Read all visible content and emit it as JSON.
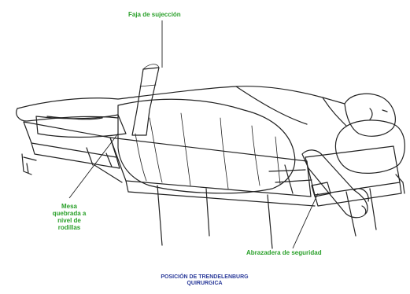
{
  "labels": {
    "strap": "Faja de sujección",
    "table_lines": [
      "Mesa",
      "quebrada a",
      "nivel de",
      "rodillas"
    ],
    "clamp": "Abrazadera de seguridad"
  },
  "caption": {
    "line1": "POSICIÓN DE TRENDELENBURG",
    "line2": "QUIRURGICA"
  },
  "colors": {
    "label_green": "#2aa02a",
    "caption_blue": "#2a3a9a",
    "ink": "#222222"
  }
}
